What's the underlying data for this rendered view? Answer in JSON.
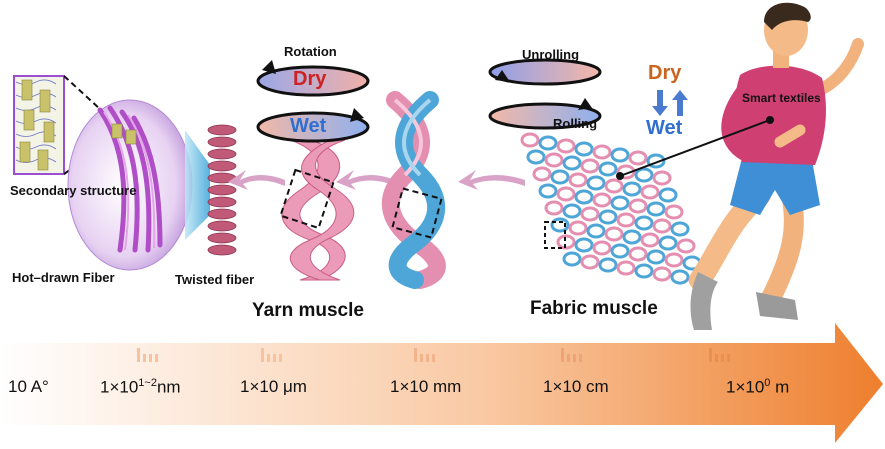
{
  "labels": {
    "secondary_structure": "Secondary structure",
    "hot_drawn_fiber": "Hot–drawn Fiber",
    "twisted_fiber": "Twisted fiber",
    "yarn_muscle": "Yarn muscle",
    "fabric_muscle": "Fabric muscle",
    "rotation": "Rotation",
    "dry_left": "Dry",
    "wet_left": "Wet",
    "unrolling": "Unrolling",
    "rolling": "Rolling",
    "dry_right": "Dry",
    "wet_right": "Wet",
    "smart_textiles": "Smart textiles"
  },
  "scale_bar": [
    {
      "base": "10 A°",
      "sup": ""
    },
    {
      "base": "1×10",
      "sup": "1~2",
      "suffix": "nm"
    },
    {
      "base": "1×10 μm",
      "sup": ""
    },
    {
      "base": "1×10 mm",
      "sup": ""
    },
    {
      "base": "1×10 cm",
      "sup": ""
    },
    {
      "base": "1×10",
      "sup": "0",
      "suffix": " m"
    }
  ],
  "colors": {
    "dry_red": "#cc2222",
    "dry_orange": "#c8641e",
    "wet_blue": "#2f6fd0",
    "pink_fiber": "#e58fb0",
    "blue_fiber": "#4ea6d8",
    "arrow_bar": "#f08a3a",
    "shirt": "#cf3f72",
    "shorts": "#3f8fd6"
  },
  "icons": [
    "human-runner-icon",
    "rotation-arrow-icon",
    "swap-arrows-icon",
    "scale-arrow-icon"
  ]
}
